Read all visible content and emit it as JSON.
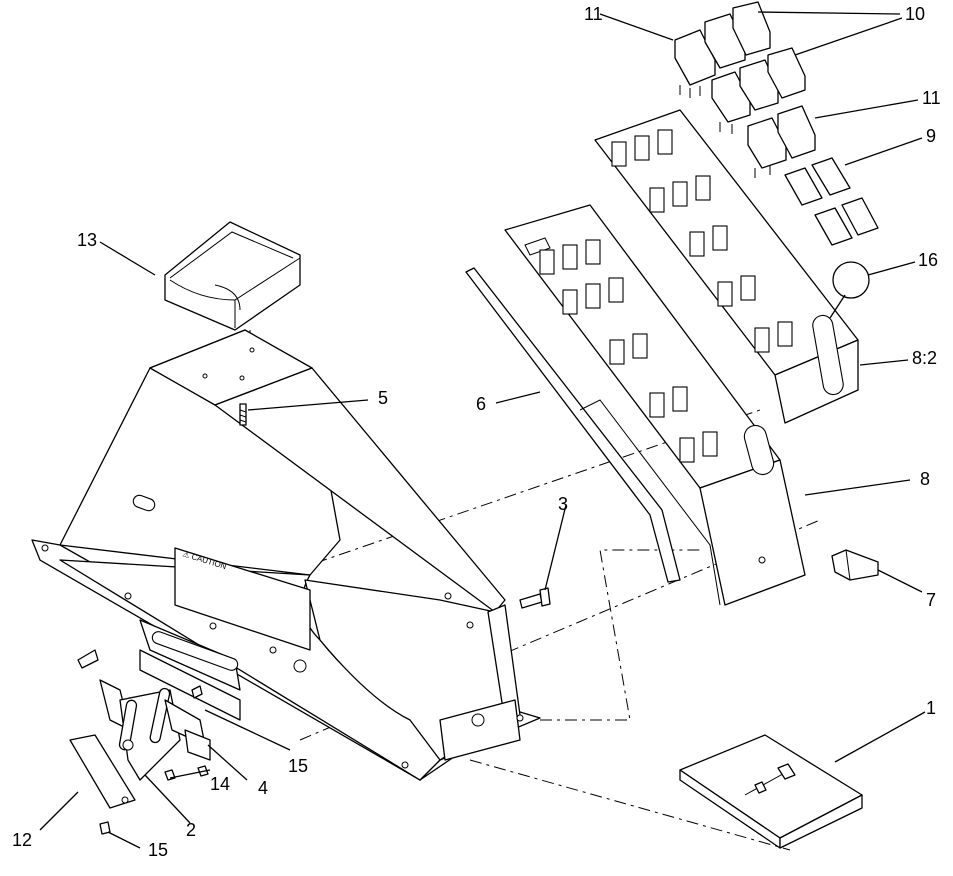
{
  "callouts": {
    "c1": "1",
    "c2": "2",
    "c3": "3",
    "c4": "4",
    "c5": "5",
    "c6": "6",
    "c7": "7",
    "c8": "8",
    "c8_2": "8:2",
    "c9": "9",
    "c10": "10",
    "c11_top": "11",
    "c11_mid": "11",
    "c12": "12",
    "c13": "13",
    "c14": "14",
    "c15_mid": "15",
    "c15_bottom": "15",
    "c16": "16"
  },
  "decal": {
    "text": "⚠ CAUTION"
  }
}
